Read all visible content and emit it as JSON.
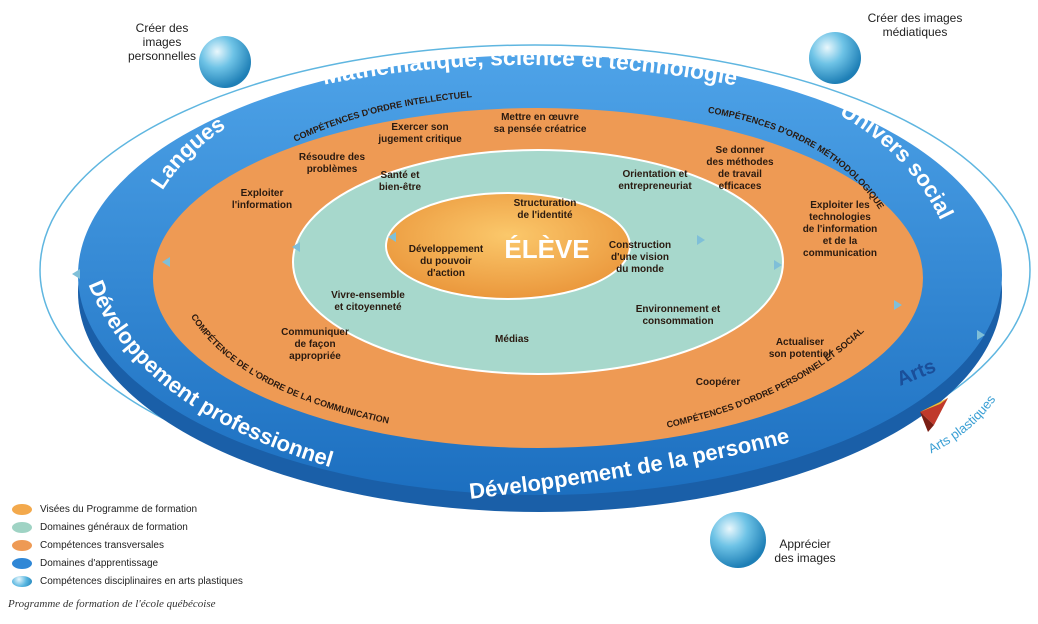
{
  "title": "",
  "center_label": "ÉLÈVE",
  "core_items": [
    "Structuration de l'identité",
    "Développement du pouvoir d'action",
    "Construction d'une vision du monde"
  ],
  "general_domains": [
    "Santé et bien-être",
    "Orientation et entrepreneuriat",
    "Environnement et consommation",
    "Médias",
    "Vivre-ensemble et citoyenneté"
  ],
  "competency_groups": [
    "COMPÉTENCES D'ORDRE INTELLECTUEL",
    "COMPÉTENCES D'ORDRE MÉTHODOLOGIQUE",
    "COMPÉTENCES D'ORDRE PERSONNEL ET SOCIAL",
    "COMPÉTENCE DE L'ORDRE DE LA COMMUNICATION"
  ],
  "transversal_competencies": [
    "Exercer son jugement critique",
    "Mettre en œuvre sa pensée créatrice",
    "Résoudre des problèmes",
    "Exploiter l'information",
    "Se donner des méthodes de travail efficaces",
    "Exploiter les technologies de l'information et de la communication",
    "Actualiser son potentiel",
    "Coopérer",
    "Communiquer de façon appropriée"
  ],
  "learning_domains": [
    "Mathématique, science et technologie",
    "Langues",
    "Univers social",
    "Développement professionnel",
    "Développement de la personne",
    "Arts"
  ],
  "arts_plastics_label": "Arts plastiques",
  "art_competencies": [
    "Créer des images personnelles",
    "Créer des images médiatiques",
    "Apprécier des images"
  ],
  "legend": [
    {
      "label": "Visées du Programme de formation",
      "color": "#f3a94c"
    },
    {
      "label": "Domaines généraux de formation",
      "color": "#9fd3c4"
    },
    {
      "label": "Compétences transversales",
      "color": "#ee9a54"
    },
    {
      "label": "Domaines d'apprentissage",
      "color": "#2f87d6"
    },
    {
      "label": "Compétences disciplinaires en arts plastiques",
      "color": "#58b6e0"
    }
  ],
  "source": "Programme de formation de l'école québécoise",
  "colors": {
    "blue_ring": "#2f87d6",
    "orange_ring": "#ee9a54",
    "teal_ring": "#a7d8cc",
    "core": "#f3a94c",
    "text_dark": "#2a1a10",
    "text_white": "#ffffff"
  }
}
